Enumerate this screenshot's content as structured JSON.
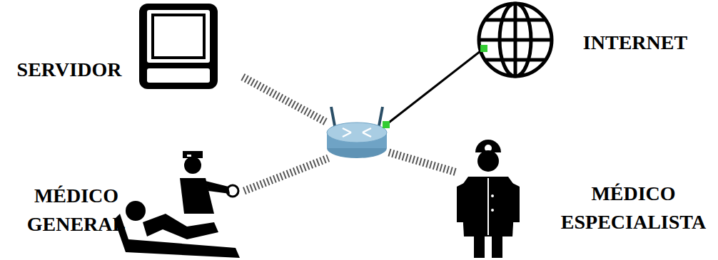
{
  "diagram": {
    "nodes": [
      {
        "text": [
          "SERVIDOR"
        ]
      },
      {
        "text": [
          "INTERNET"
        ]
      },
      {
        "text": [
          "MÉDICO GENERAL"
        ]
      },
      {
        "text": [
          "MÉDICO ESPECIALISTA"
        ]
      }
    ]
  }
}
